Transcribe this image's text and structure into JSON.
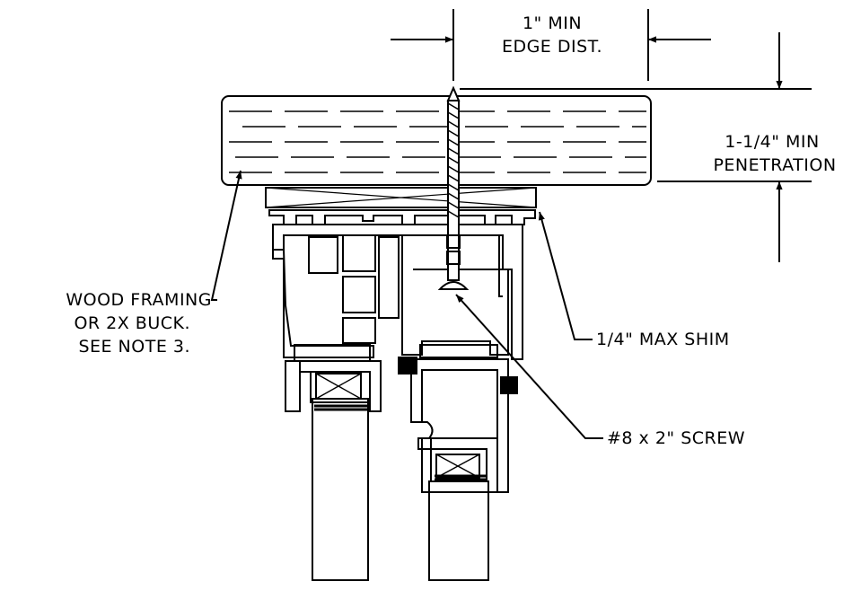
{
  "labels": {
    "edge_line1": "1\" MIN",
    "edge_line2": "EDGE DIST.",
    "pen_line1": "1-1/4\" MIN",
    "pen_line2": "PENETRATION",
    "wood_line1": "WOOD FRAMING",
    "wood_line2": "OR 2X BUCK.",
    "wood_line3": "SEE NOTE 3.",
    "shim": "1/4\" MAX SHIM",
    "screw": "#8 x 2\" SCREW"
  },
  "colors": {
    "line": "#000000",
    "background": "#ffffff"
  }
}
